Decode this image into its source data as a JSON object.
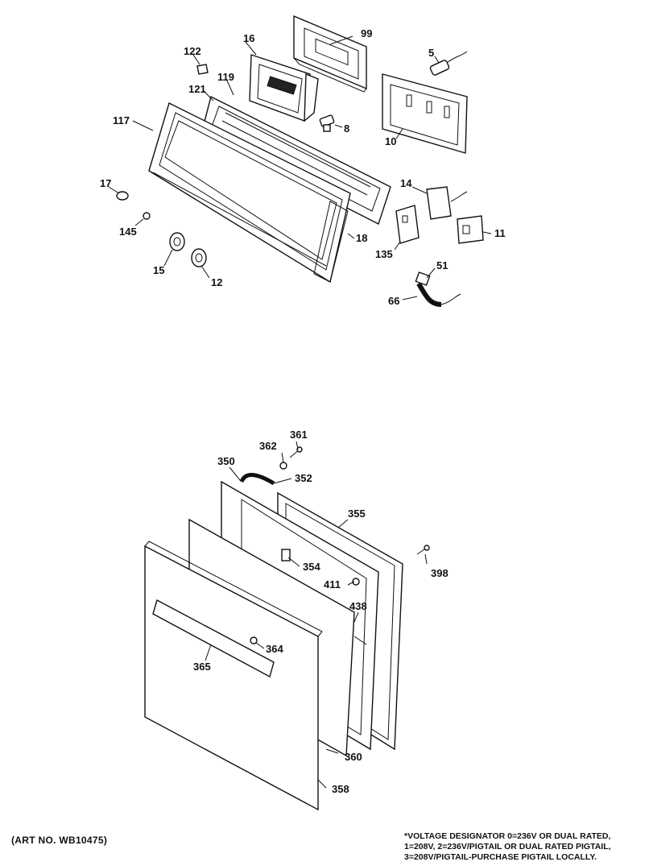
{
  "callouts": {
    "c99": "99",
    "c16": "16",
    "c122": "122",
    "c5": "5",
    "c121": "121",
    "c119": "119",
    "c117": "117",
    "c8": "8",
    "c10": "10",
    "c17": "17",
    "c14": "14",
    "c145": "145",
    "c11": "11",
    "c18": "18",
    "c135": "135",
    "c15": "15",
    "c12": "12",
    "c51": "51",
    "c66": "66",
    "c361": "361",
    "c362": "362",
    "c350": "350",
    "c352": "352",
    "c355": "355",
    "c398": "398",
    "c354": "354",
    "c411": "411",
    "c438": "438",
    "c364": "364",
    "c365": "365",
    "c360": "360",
    "c358": "358"
  },
  "footer": {
    "art_no": "(ART NO. WB10475)",
    "voltage_line1": "*VOLTAGE DESIGNATOR 0=236V OR DUAL RATED,",
    "voltage_line2": "1=208V, 2=236V/PIGTAIL OR DUAL RATED PIGTAIL,",
    "voltage_line3": "3=208V/PIGTAIL-PURCHASE PIGTAIL LOCALLY."
  }
}
